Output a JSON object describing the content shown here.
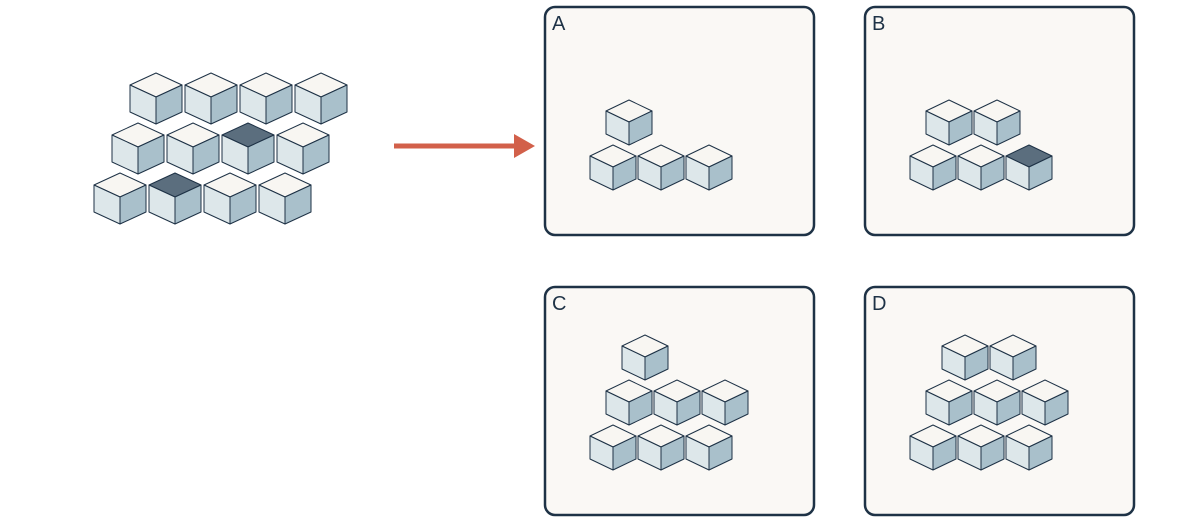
{
  "colors": {
    "background": "#ffffff",
    "panel_fill": "#faf8f5",
    "panel_border": "#1e3246",
    "edge": "#1e3246",
    "cube_top": "#f8f6f2",
    "cube_left": "#dde7ea",
    "cube_right": "#a9c0cb",
    "marked_top": "#5b6e7e",
    "arrow": "#d2604a",
    "label": "#1e3246"
  },
  "reference": {
    "rows": [
      {
        "cubes": 4,
        "marked": []
      },
      {
        "cubes": 4,
        "marked": [
          3
        ]
      },
      {
        "cubes": 4,
        "marked": [
          2
        ]
      }
    ]
  },
  "options": [
    {
      "label": "A",
      "rows": [
        {
          "cubes": 1,
          "marked": []
        },
        {
          "cubes": 3,
          "marked": []
        }
      ]
    },
    {
      "label": "B",
      "rows": [
        {
          "cubes": 2,
          "marked": []
        },
        {
          "cubes": 3,
          "marked": [
            3
          ]
        }
      ]
    },
    {
      "label": "C",
      "rows": [
        {
          "cubes": 1,
          "marked": []
        },
        {
          "cubes": 3,
          "marked": []
        },
        {
          "cubes": 3,
          "marked": []
        }
      ]
    },
    {
      "label": "D",
      "rows": [
        {
          "cubes": 2,
          "marked": []
        },
        {
          "cubes": 3,
          "marked": []
        },
        {
          "cubes": 3,
          "marked": []
        }
      ]
    }
  ]
}
